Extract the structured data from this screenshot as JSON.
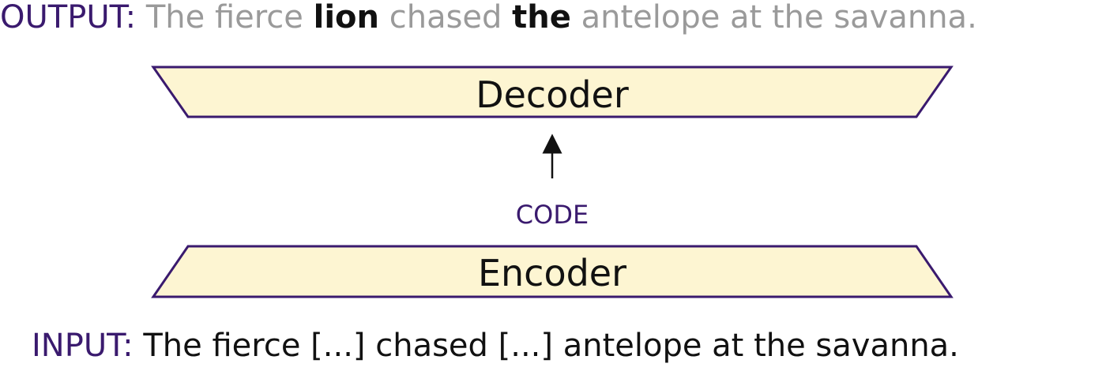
{
  "output": {
    "label": "OUTPUT:",
    "segments": [
      {
        "text": "The fierce ",
        "style": "gray"
      },
      {
        "text": "lion",
        "style": "bold"
      },
      {
        "text": " chased ",
        "style": "gray"
      },
      {
        "text": "the",
        "style": "bold"
      },
      {
        "text": " antelope at the savanna.",
        "style": "gray"
      }
    ]
  },
  "decoder": {
    "label": "Decoder"
  },
  "code": {
    "label": "CODE"
  },
  "encoder": {
    "label": "Encoder"
  },
  "input": {
    "label": "INPUT:",
    "text": "The fierce [...] chased [...] antelope at the savanna."
  },
  "colors": {
    "accent": "#3a1a6e",
    "block_fill": "#fdf5d2",
    "block_stroke": "#3a1a6e",
    "muted_text": "#9a9a9a",
    "strong_text": "#111111"
  }
}
